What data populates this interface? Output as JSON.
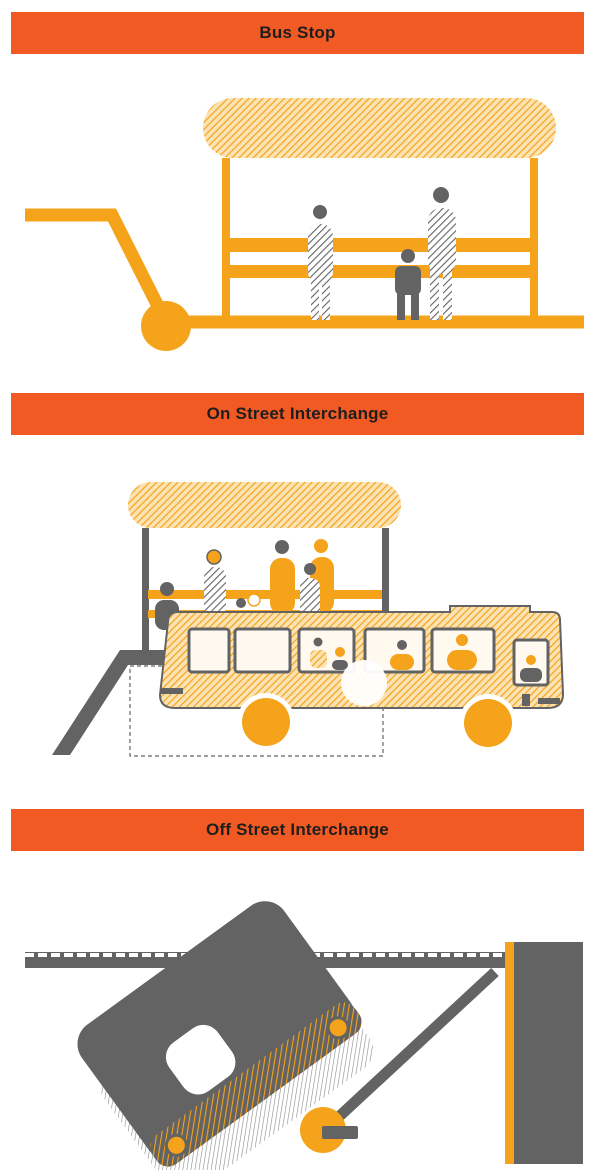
{
  "colors": {
    "banner": "#f15a22",
    "orange": "#f5a31a",
    "grey": "#636363",
    "white": "#ffffff"
  },
  "sections": [
    {
      "title": "Bus Stop"
    },
    {
      "title": "On Street Interchange"
    },
    {
      "title": "Off Street Interchange"
    }
  ]
}
